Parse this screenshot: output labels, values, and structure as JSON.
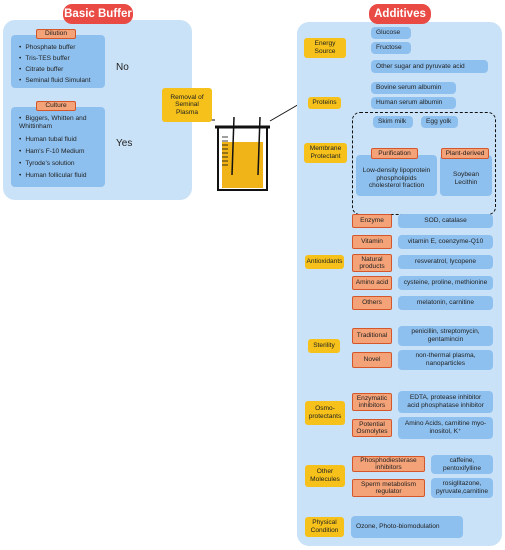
{
  "basic_buffer": {
    "title": "Basic Buffer",
    "dilution": {
      "label": "Dilution",
      "items": [
        "Phosphate buffer",
        "Tris-TES buffer",
        "Citrate buffer",
        "Seminal fluid Simulant"
      ]
    },
    "culture": {
      "label": "Culture",
      "items": [
        "Biggers, Whitten and Whittinham",
        "Human tubal fluid",
        "Ham's F-10 Medium",
        "Tyrode's solution",
        "Human follicular fluid"
      ]
    },
    "no_label": "No",
    "yes_label": "Yes",
    "removal_label": "Removal of Seminal Plasma"
  },
  "additives": {
    "title": "Additives",
    "energy_source": {
      "label": "Energy Source",
      "items": [
        "Glucose",
        "Fructose",
        "Other sugar and pyruvate acid"
      ]
    },
    "proteins": {
      "label": "Proteins",
      "items": [
        "Bovine serum albumin",
        "Human serum albumin"
      ]
    },
    "membrane_protectant": {
      "label": "Membrane Protectant",
      "skim_milk": "Skim milk",
      "egg_yolk": "Egg yolk",
      "purification": "Purification",
      "plant_derived": "Plant-derived",
      "purification_text": "Low-density lipoprotein phospholipids cholesterol fraction",
      "plant_text": "Soybean Lecithin"
    },
    "antioxidants": {
      "label": "Antioxidants",
      "rows": [
        {
          "type": "Enzyme",
          "value": "SOD, catalase"
        },
        {
          "type": "Vitamin",
          "value": "vitamin E, coenzyme-Q10"
        },
        {
          "type": "Natural products",
          "value": "resveratrol, lycopene"
        },
        {
          "type": "Amino acid",
          "value": "cysteine, proline, methionine"
        },
        {
          "type": "Others",
          "value": "melatonin, carnitine"
        }
      ]
    },
    "sterility": {
      "label": "Sterility",
      "rows": [
        {
          "type": "Traditional",
          "value": "penicillin, streptomycin, gentamincin"
        },
        {
          "type": "Novel",
          "value": "non-thermal plasma, nanoparticles"
        }
      ]
    },
    "osmoprotectants": {
      "label": "Osmo-protectants",
      "rows": [
        {
          "type": "Enzymatic inhibitors",
          "value": "EDTA, protease inhibitor acid phosphatase inhibitor"
        },
        {
          "type": "Potential Osmolytes",
          "value": "Amino Acids, carnitine myo-inositol, K⁺"
        }
      ]
    },
    "other_molecules": {
      "label": "Other Molecules",
      "rows": [
        {
          "type": "Phosphodiesterase inhibitors",
          "value": "caffeine, pentoxifylline"
        },
        {
          "type": "Sperm metabolism regulator",
          "value": "rosiglitazone, pyruvate,carnitine"
        }
      ]
    },
    "physical_condition": {
      "label": "Physical Condition",
      "value": "Ozone, Photo-biomodulation"
    }
  },
  "colors": {
    "panel": "#c9e2f7",
    "title": "#e94a43",
    "blue_box": "#8ec0ef",
    "yellow_box": "#f5c11a",
    "salmon_box": "#f4a277",
    "beaker_liquid": "#f0b419"
  }
}
